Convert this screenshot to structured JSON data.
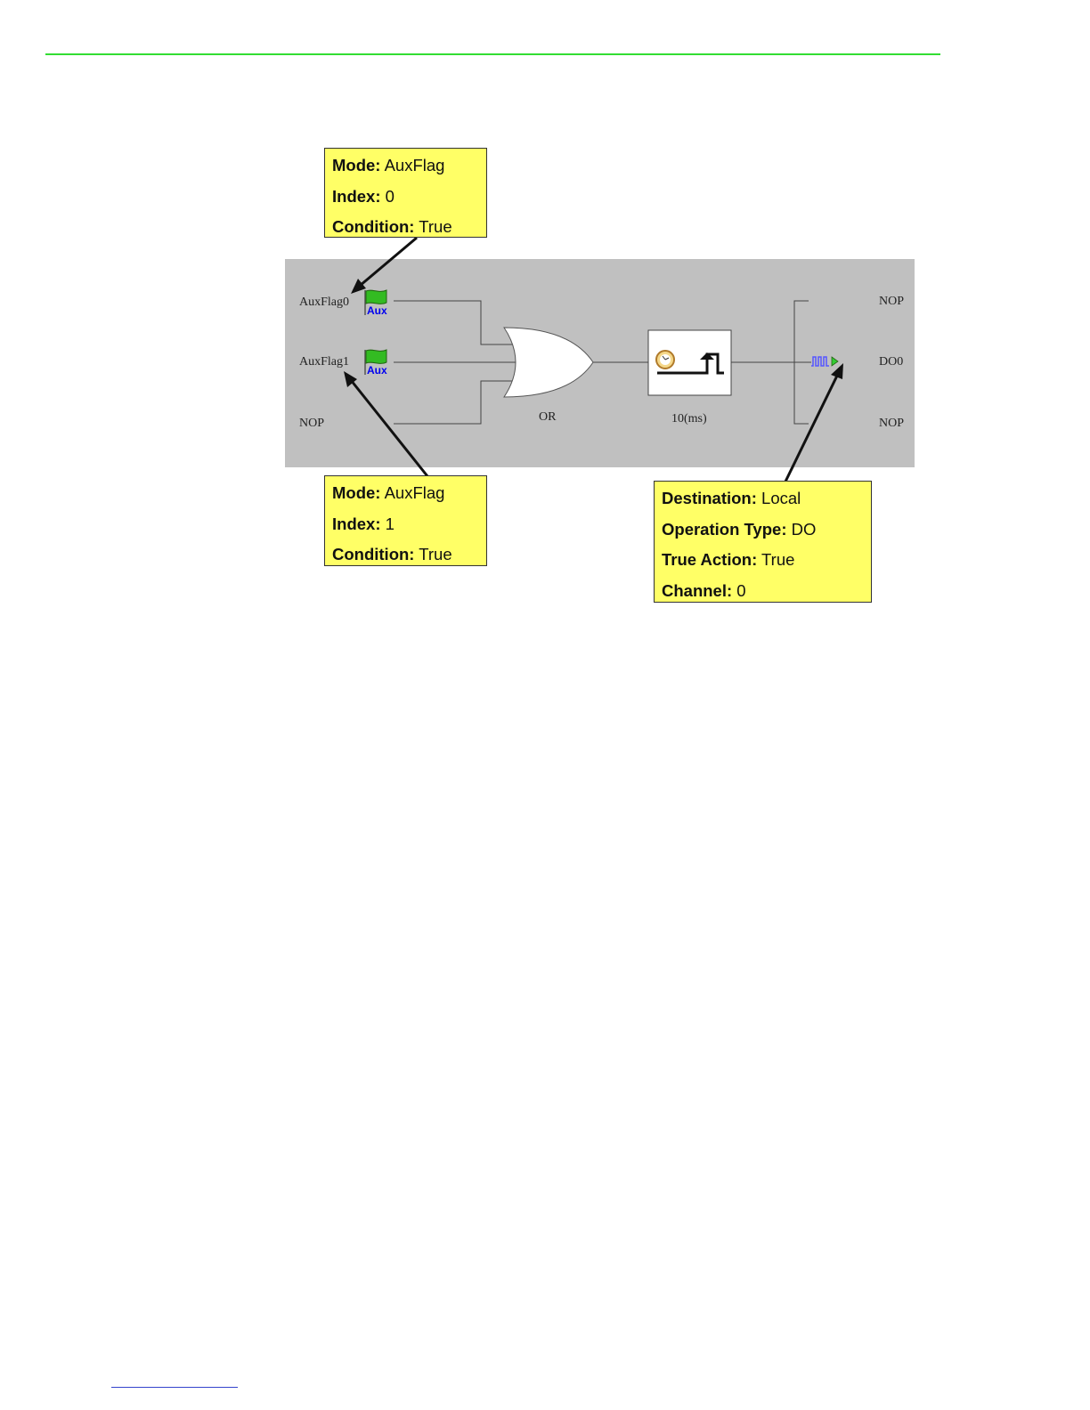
{
  "diagram": {
    "inputs": [
      {
        "label": "AuxFlag0",
        "icon": "aux-flag-icon",
        "icon_text": "Aux"
      },
      {
        "label": "AuxFlag1",
        "icon": "aux-flag-icon",
        "icon_text": "Aux"
      },
      {
        "label": "NOP"
      }
    ],
    "gate_label": "OR",
    "timer_label": "10(ms)",
    "outputs": [
      "NOP",
      "DO0",
      "NOP"
    ],
    "colors": {
      "panel": "#c0c0c0",
      "callout": "#ffff66",
      "flag": "#33bb22",
      "aux_text": "#0000ee",
      "pulse": "#5555ff",
      "header_rule": "#33dd33"
    }
  },
  "callouts": {
    "aux0": [
      {
        "key": "Mode:",
        "value": "AuxFlag"
      },
      {
        "key": "Index:",
        "value": "0"
      },
      {
        "key": "Condition:",
        "value": "True"
      }
    ],
    "aux1": [
      {
        "key": "Mode:",
        "value": "AuxFlag"
      },
      {
        "key": "Index:",
        "value": "1"
      },
      {
        "key": "Condition:",
        "value": "True"
      }
    ],
    "output": [
      {
        "key": "Destination:",
        "value": "Local"
      },
      {
        "key": "Operation Type:",
        "value": "DO"
      },
      {
        "key": "True Action:",
        "value": "True"
      },
      {
        "key": "Channel:",
        "value": "0"
      }
    ]
  }
}
